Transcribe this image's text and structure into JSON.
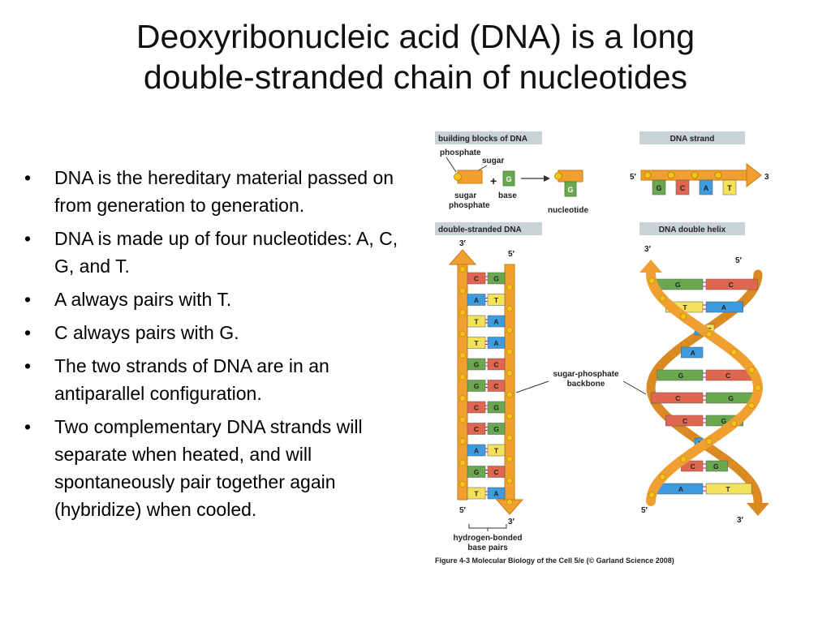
{
  "slide": {
    "title_line1": "Deoxyribonucleic acid (DNA) is a long",
    "title_line2": "double-stranded chain of nucleotides",
    "bullets": [
      "DNA is the hereditary material passed on from generation to generation.",
      "DNA is made up of four nucleotides: A, C, G, and T.",
      "A always pairs with T.",
      "C always pairs with G.",
      "The two strands of DNA are in an antiparallel configuration.",
      "Two complementary DNA strands will separate when heated, and will spontaneously pair together again (hybridize) when cooled."
    ]
  },
  "figure": {
    "panel_building_blocks": "building blocks of DNA",
    "panel_dna_strand": "DNA strand",
    "panel_double_stranded": "double-stranded DNA",
    "panel_double_helix": "DNA double helix",
    "label_phosphate": "phosphate",
    "label_sugar": "sugar",
    "label_plus": "+",
    "label_sugar_phosphate_1": "sugar",
    "label_sugar_phosphate_2": "phosphate",
    "label_base": "base",
    "label_nucleotide": "nucleotide",
    "label_base_letter": "G",
    "label_5prime": "5′",
    "label_3prime": "3′",
    "strand_bases": [
      "G",
      "C",
      "A",
      "T"
    ],
    "ladder_pairs": [
      [
        "C",
        "G"
      ],
      [
        "A",
        "T"
      ],
      [
        "T",
        "A"
      ],
      [
        "T",
        "A"
      ],
      [
        "G",
        "C"
      ],
      [
        "G",
        "C"
      ],
      [
        "C",
        "G"
      ],
      [
        "C",
        "G"
      ],
      [
        "A",
        "T"
      ],
      [
        "G",
        "C"
      ],
      [
        "T",
        "A"
      ]
    ],
    "helix_pairs": [
      [
        "G",
        "C"
      ],
      [
        "T",
        "A"
      ],
      [
        "A",
        "T"
      ],
      [
        "A",
        ""
      ],
      [
        "G",
        "C"
      ],
      [
        "C",
        "G"
      ],
      [
        "C",
        "G"
      ],
      [
        "A",
        ""
      ],
      [
        "C",
        "G"
      ],
      [
        "A",
        "T"
      ]
    ],
    "label_backbone_1": "sugar-phosphate",
    "label_backbone_2": "backbone",
    "label_hbond_1": "hydrogen-bonded",
    "label_hbond_2": "base pairs",
    "caption": "Figure 4-3  Molecular Biology of the Cell 5/e (© Garland Science 2008)",
    "colors": {
      "backbone": "#f0a030",
      "phosphate": "#f4c21c",
      "G": "#6aa84f",
      "C": "#e06650",
      "A": "#3d9be0",
      "T": "#f3e25a",
      "panel_header": "#c9d3d6"
    }
  }
}
